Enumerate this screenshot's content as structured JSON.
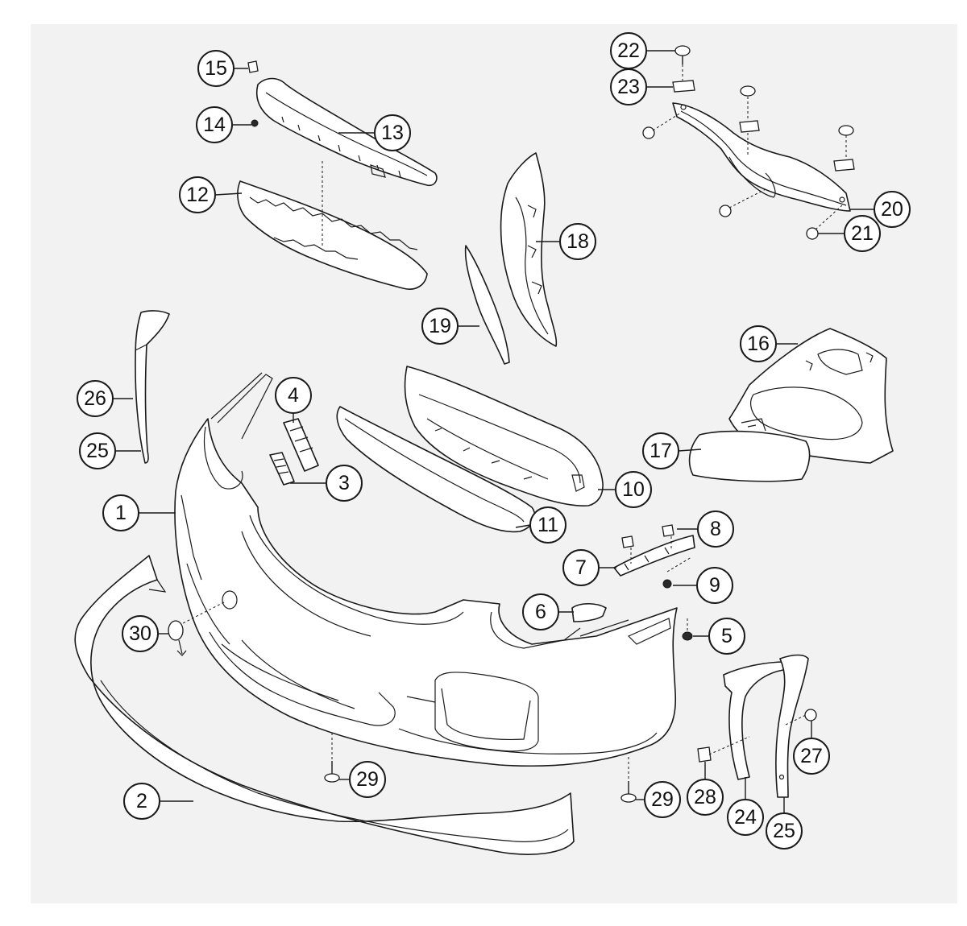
{
  "diagram": {
    "background_color": "#f2f2f2",
    "line_color": "#1a1a1a",
    "callouts": [
      {
        "id": "c1",
        "label": "1"
      },
      {
        "id": "c2",
        "label": "2"
      },
      {
        "id": "c3",
        "label": "3"
      },
      {
        "id": "c4",
        "label": "4"
      },
      {
        "id": "c5",
        "label": "5"
      },
      {
        "id": "c6",
        "label": "6"
      },
      {
        "id": "c7",
        "label": "7"
      },
      {
        "id": "c8",
        "label": "8"
      },
      {
        "id": "c9",
        "label": "9"
      },
      {
        "id": "c10",
        "label": "10"
      },
      {
        "id": "c11",
        "label": "11"
      },
      {
        "id": "c12",
        "label": "12"
      },
      {
        "id": "c13",
        "label": "13"
      },
      {
        "id": "c14",
        "label": "14"
      },
      {
        "id": "c15",
        "label": "15"
      },
      {
        "id": "c16",
        "label": "16"
      },
      {
        "id": "c17",
        "label": "17"
      },
      {
        "id": "c18",
        "label": "18"
      },
      {
        "id": "c19",
        "label": "19"
      },
      {
        "id": "c20",
        "label": "20"
      },
      {
        "id": "c21",
        "label": "21"
      },
      {
        "id": "c22",
        "label": "22"
      },
      {
        "id": "c23",
        "label": "23"
      },
      {
        "id": "c24",
        "label": "24"
      },
      {
        "id": "c25a",
        "label": "25"
      },
      {
        "id": "c25b",
        "label": "25"
      },
      {
        "id": "c26",
        "label": "26"
      },
      {
        "id": "c27",
        "label": "27"
      },
      {
        "id": "c28",
        "label": "28"
      },
      {
        "id": "c29a",
        "label": "29"
      },
      {
        "id": "c29b",
        "label": "29"
      },
      {
        "id": "c30",
        "label": "30"
      }
    ]
  }
}
